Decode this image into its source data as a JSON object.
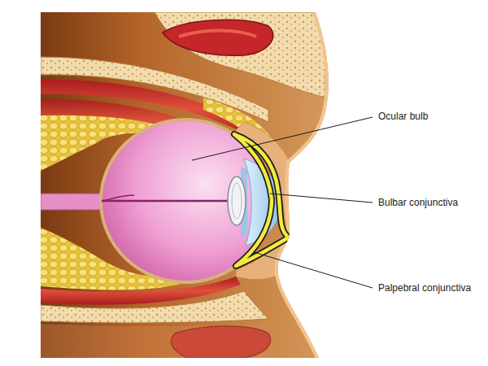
{
  "diagram": {
    "labels": [
      "Ocular bulb",
      "Bulbar conjunctiva",
      "Palpebral conjunctiva"
    ]
  }
}
